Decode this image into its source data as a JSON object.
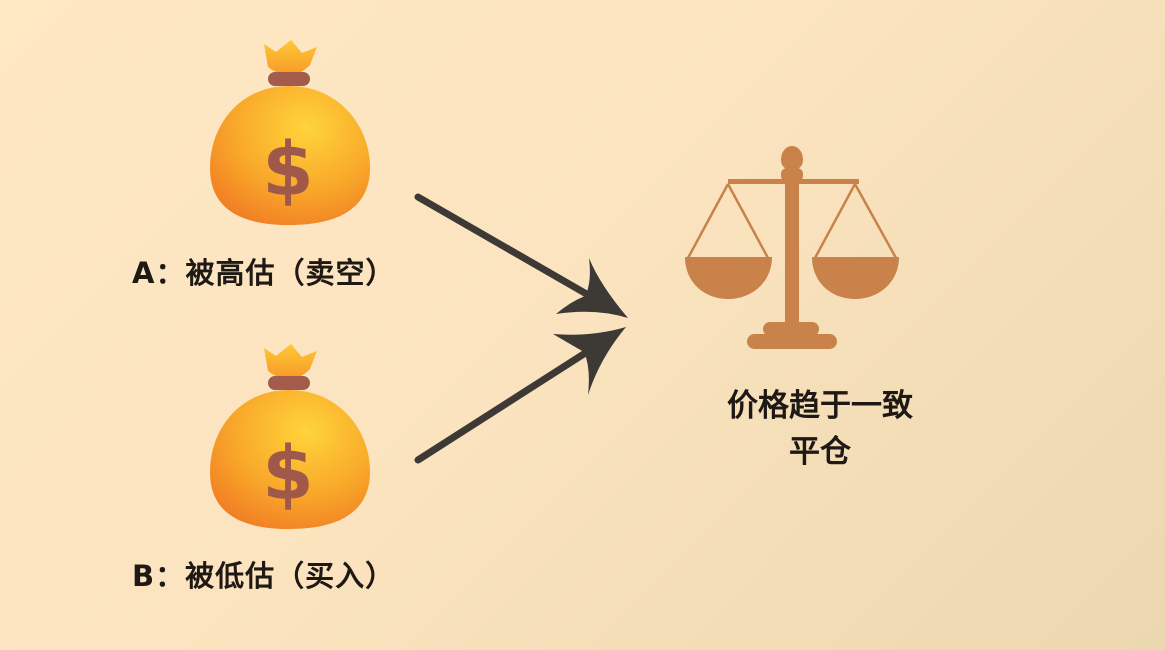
{
  "diagram": {
    "left_items": [
      {
        "id": "A",
        "label": "A：被高估（卖空）",
        "icon": "money-bag-icon"
      },
      {
        "id": "B",
        "label": "B：被低估（买入）",
        "icon": "money-bag-icon"
      }
    ],
    "right_item": {
      "icon": "balance-scale-icon",
      "line1": "价格趋于一致",
      "line2": "平仓"
    },
    "colors": {
      "background_start": "#fee7c3",
      "background_end": "#ecd7b0",
      "bag_body": "#f6a623",
      "bag_dollar": "#a0584a",
      "bag_tie": "#a35c4b",
      "arrow": "#3d3935",
      "scale": "#c8824a",
      "text": "#1f1915"
    }
  }
}
